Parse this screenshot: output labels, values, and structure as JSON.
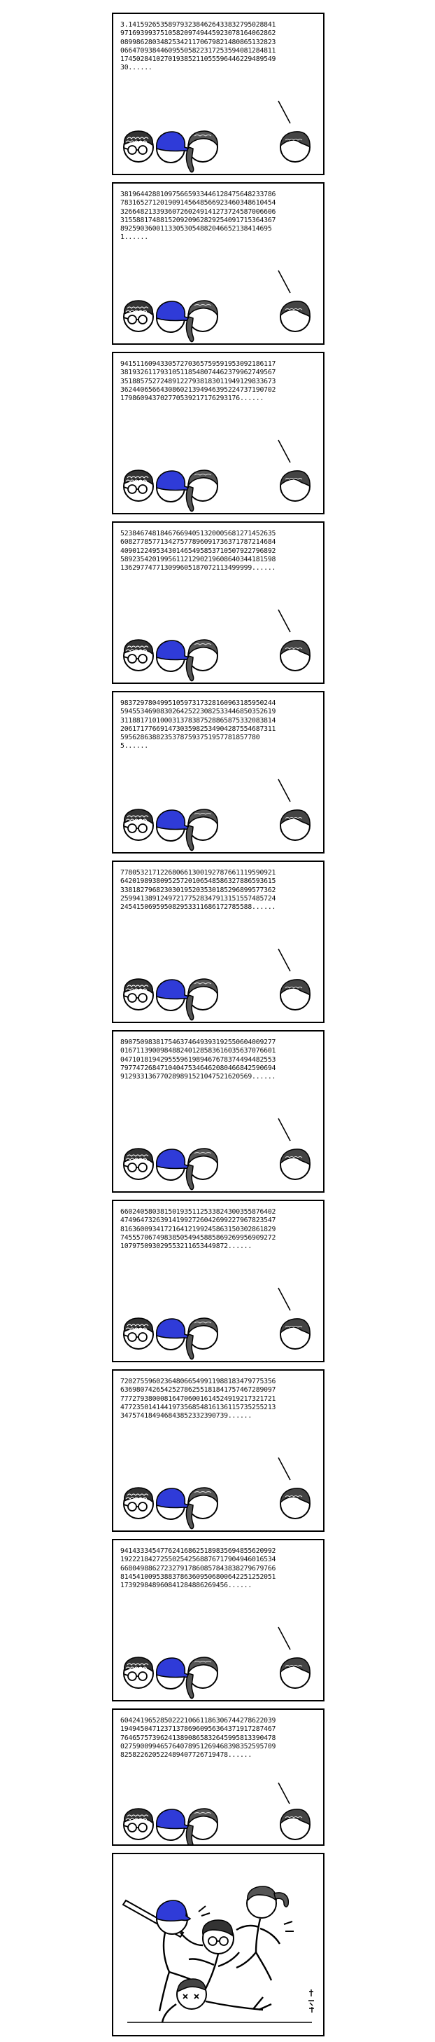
{
  "panels": [
    {
      "digits": "3.141592653589793238462643383279502884197169399375105820974944592307816406286208998628034825342117067982148086513282306647093844609550582231725359408128481117450284102701938521105559644622948954930......"
    },
    {
      "digits": "381964428810975665933446128475648233786783165271201909145648566923460348610454326648213393607260249141273724587006606315588174881520920962829254091715364367892590360011330530548820466521384146951......"
    },
    {
      "digits": "941511609433057270365759591953092186117381932611793105118548074462379962749567351885752724891227938183011949129833673362440656643086021394946395224737190702179860943702770539217176293176......"
    },
    {
      "digits": "523846748184676694051320005681271452635608277857713427577896091736371787214684409012249534301465495853710507922796892589235420199561121290219608640344181598136297747713099605187072113499999......"
    },
    {
      "digits": "983729780499510597317328160963185950244594553469083026425223082533446850352619311881710100031378387528865875332083814206171776691473035982534904287554687311595628638823537875937519577818577805......"
    },
    {
      "digits": "778053217122680661300192787661119590921642019893809525720106548586327886593615338182796823030195203530185296899577362259941389124972177528347913151557485724245415069595082953311686172785588......"
    },
    {
      "digits": "890750983817546374649393192550604009277016711390098488240128583616035637076601047101819429555961989467678374494482553797747268471040475346462080466842590694912933136770289891521047521620569......"
    },
    {
      "digits": "660240580381501935112533824300355876402474964732639141992726042699227967823547816360093417216412199245863150302861829745557067498385054945885869269956909272107975093029553211653449872......"
    },
    {
      "digits": "720275596023648066549911988183479775356636980742654252786255181841757467289097777279380008164706001614524919217321721477235014144197356854816136115735255213347574184946843852332390739......"
    },
    {
      "digits": "941433345477624168625189835694855620992192221842725502542568876717904946016534668049886272327917860857843838279679766814541009538837863609506800642251252051173929848960841284886269456......"
    },
    {
      "digits": "604241965285022210661186306744278622039194945047123713786960956364371917287467764657573962413890865832645995813390478027590099465764078951269468398352595709825822620522489407726719478......"
    }
  ]
}
